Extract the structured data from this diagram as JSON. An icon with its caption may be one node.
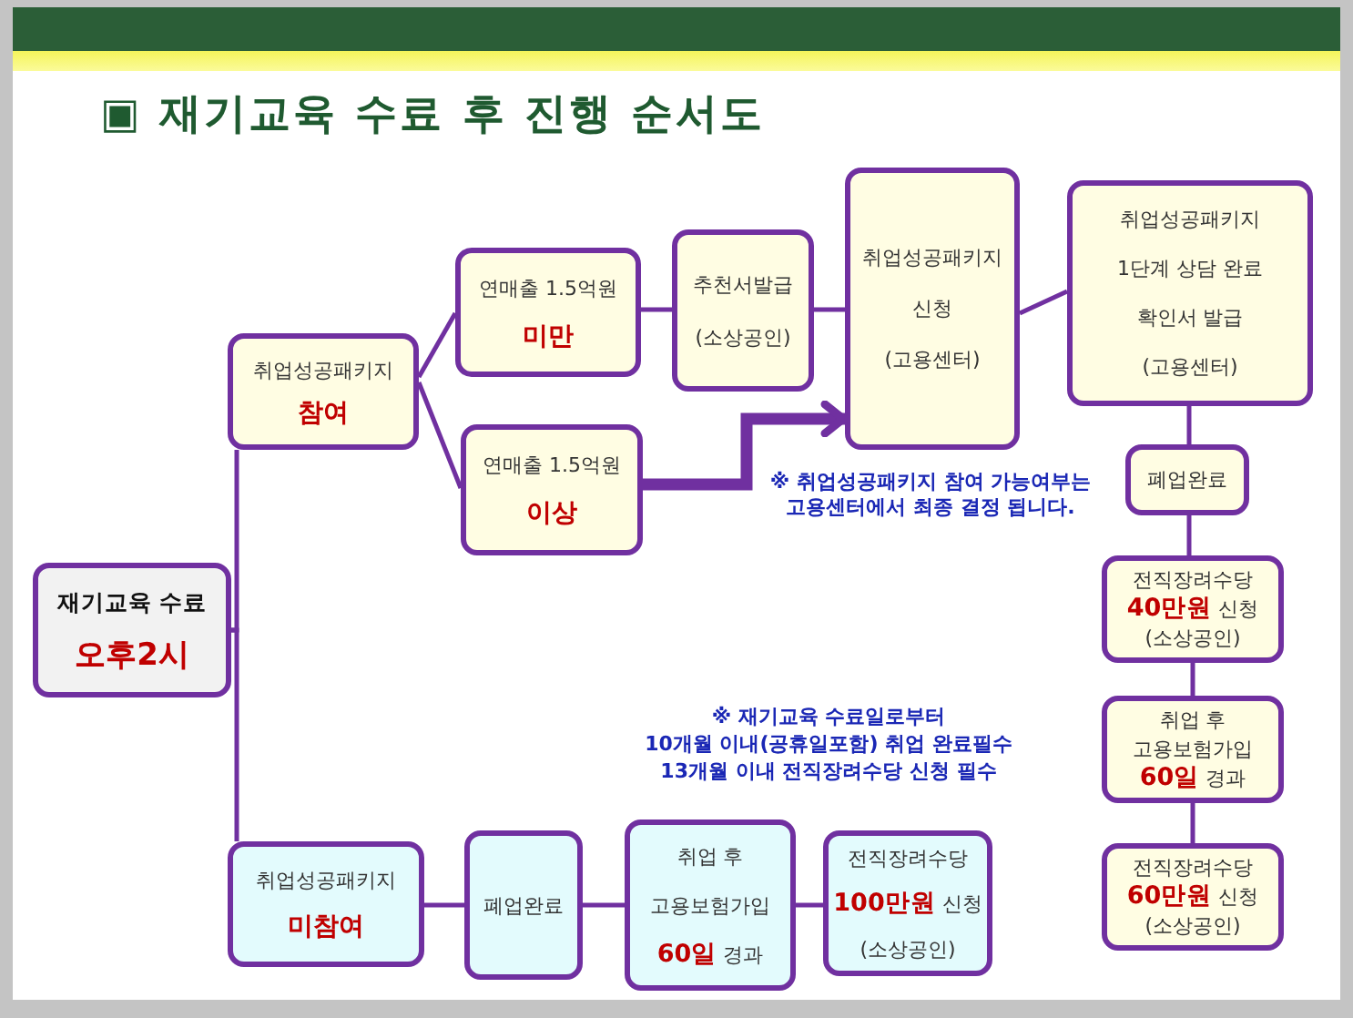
{
  "diagram": {
    "title": "▣ 재기교육 수료 후 진행 순서도",
    "nodes": [
      {
        "text": [
          "재기교육 수료",
          "오후2시"
        ]
      },
      {
        "text": [
          "취업성공패키지",
          "참여"
        ]
      },
      {
        "text": [
          "연매출 1.5억원",
          "미만"
        ]
      },
      {
        "text": [
          "연매출 1.5억원",
          "이상"
        ]
      },
      {
        "text": [
          "추천서발급",
          "(소상공인)"
        ]
      },
      {
        "text": [
          "취업성공패키지",
          "신청",
          "(고용센터)"
        ]
      },
      {
        "text": [
          "취업성공패키지",
          "1단계 상담 완료",
          "확인서 발급",
          "(고용센터)"
        ]
      },
      {
        "text": [
          "폐업완료"
        ]
      },
      {
        "text": [
          "전직장려수당",
          "**40만원** 신청",
          "(소상공인)"
        ]
      },
      {
        "text": [
          "취업 후",
          "고용보험가입",
          "**60일** 경과"
        ]
      },
      {
        "text": [
          "전직장려수당",
          "**60만원** 신청",
          "(소상공인)"
        ]
      },
      {
        "text": [
          "취업성공패키지",
          "미참여"
        ]
      },
      {
        "text": [
          "폐업완료"
        ]
      },
      {
        "text": [
          "취업 후",
          "고용보험가입",
          "**60일** 경과"
        ]
      },
      {
        "text": [
          "전직장려수당",
          "**100만원** 신청",
          "(소상공인)"
        ]
      }
    ],
    "edges": [
      {
        "from": 0,
        "to": 1,
        "arrow": "none"
      },
      {
        "from": 0,
        "to": 11,
        "arrow": "none"
      },
      {
        "from": 1,
        "to": 2,
        "arrow": "none"
      },
      {
        "from": 1,
        "to": 3,
        "arrow": "none"
      },
      {
        "from": 2,
        "to": 4,
        "arrow": "none"
      },
      {
        "from": 4,
        "to": 5,
        "arrow": "none"
      },
      {
        "from": 3,
        "to": 5,
        "arrow": "to",
        "style": "thick"
      },
      {
        "from": 5,
        "to": 6,
        "arrow": "none"
      },
      {
        "from": 6,
        "to": 7,
        "arrow": "none"
      },
      {
        "from": 7,
        "to": 8,
        "arrow": "none"
      },
      {
        "from": 8,
        "to": 9,
        "arrow": "none"
      },
      {
        "from": 9,
        "to": 10,
        "arrow": "none"
      },
      {
        "from": 11,
        "to": 12,
        "arrow": "none"
      },
      {
        "from": 12,
        "to": 13,
        "arrow": "none"
      },
      {
        "from": 13,
        "to": 14,
        "arrow": "none"
      }
    ],
    "labels": [
      "※ 취업성공패키지 참여 가능여부는 고용센터에서 최종 결정 됩니다.",
      "※ 재기교육 수료일로부터",
      "10개월 이내(공휴일포함) 취업 완료필수",
      "13개월 이내 전직장려수당 신청 필수"
    ]
  }
}
